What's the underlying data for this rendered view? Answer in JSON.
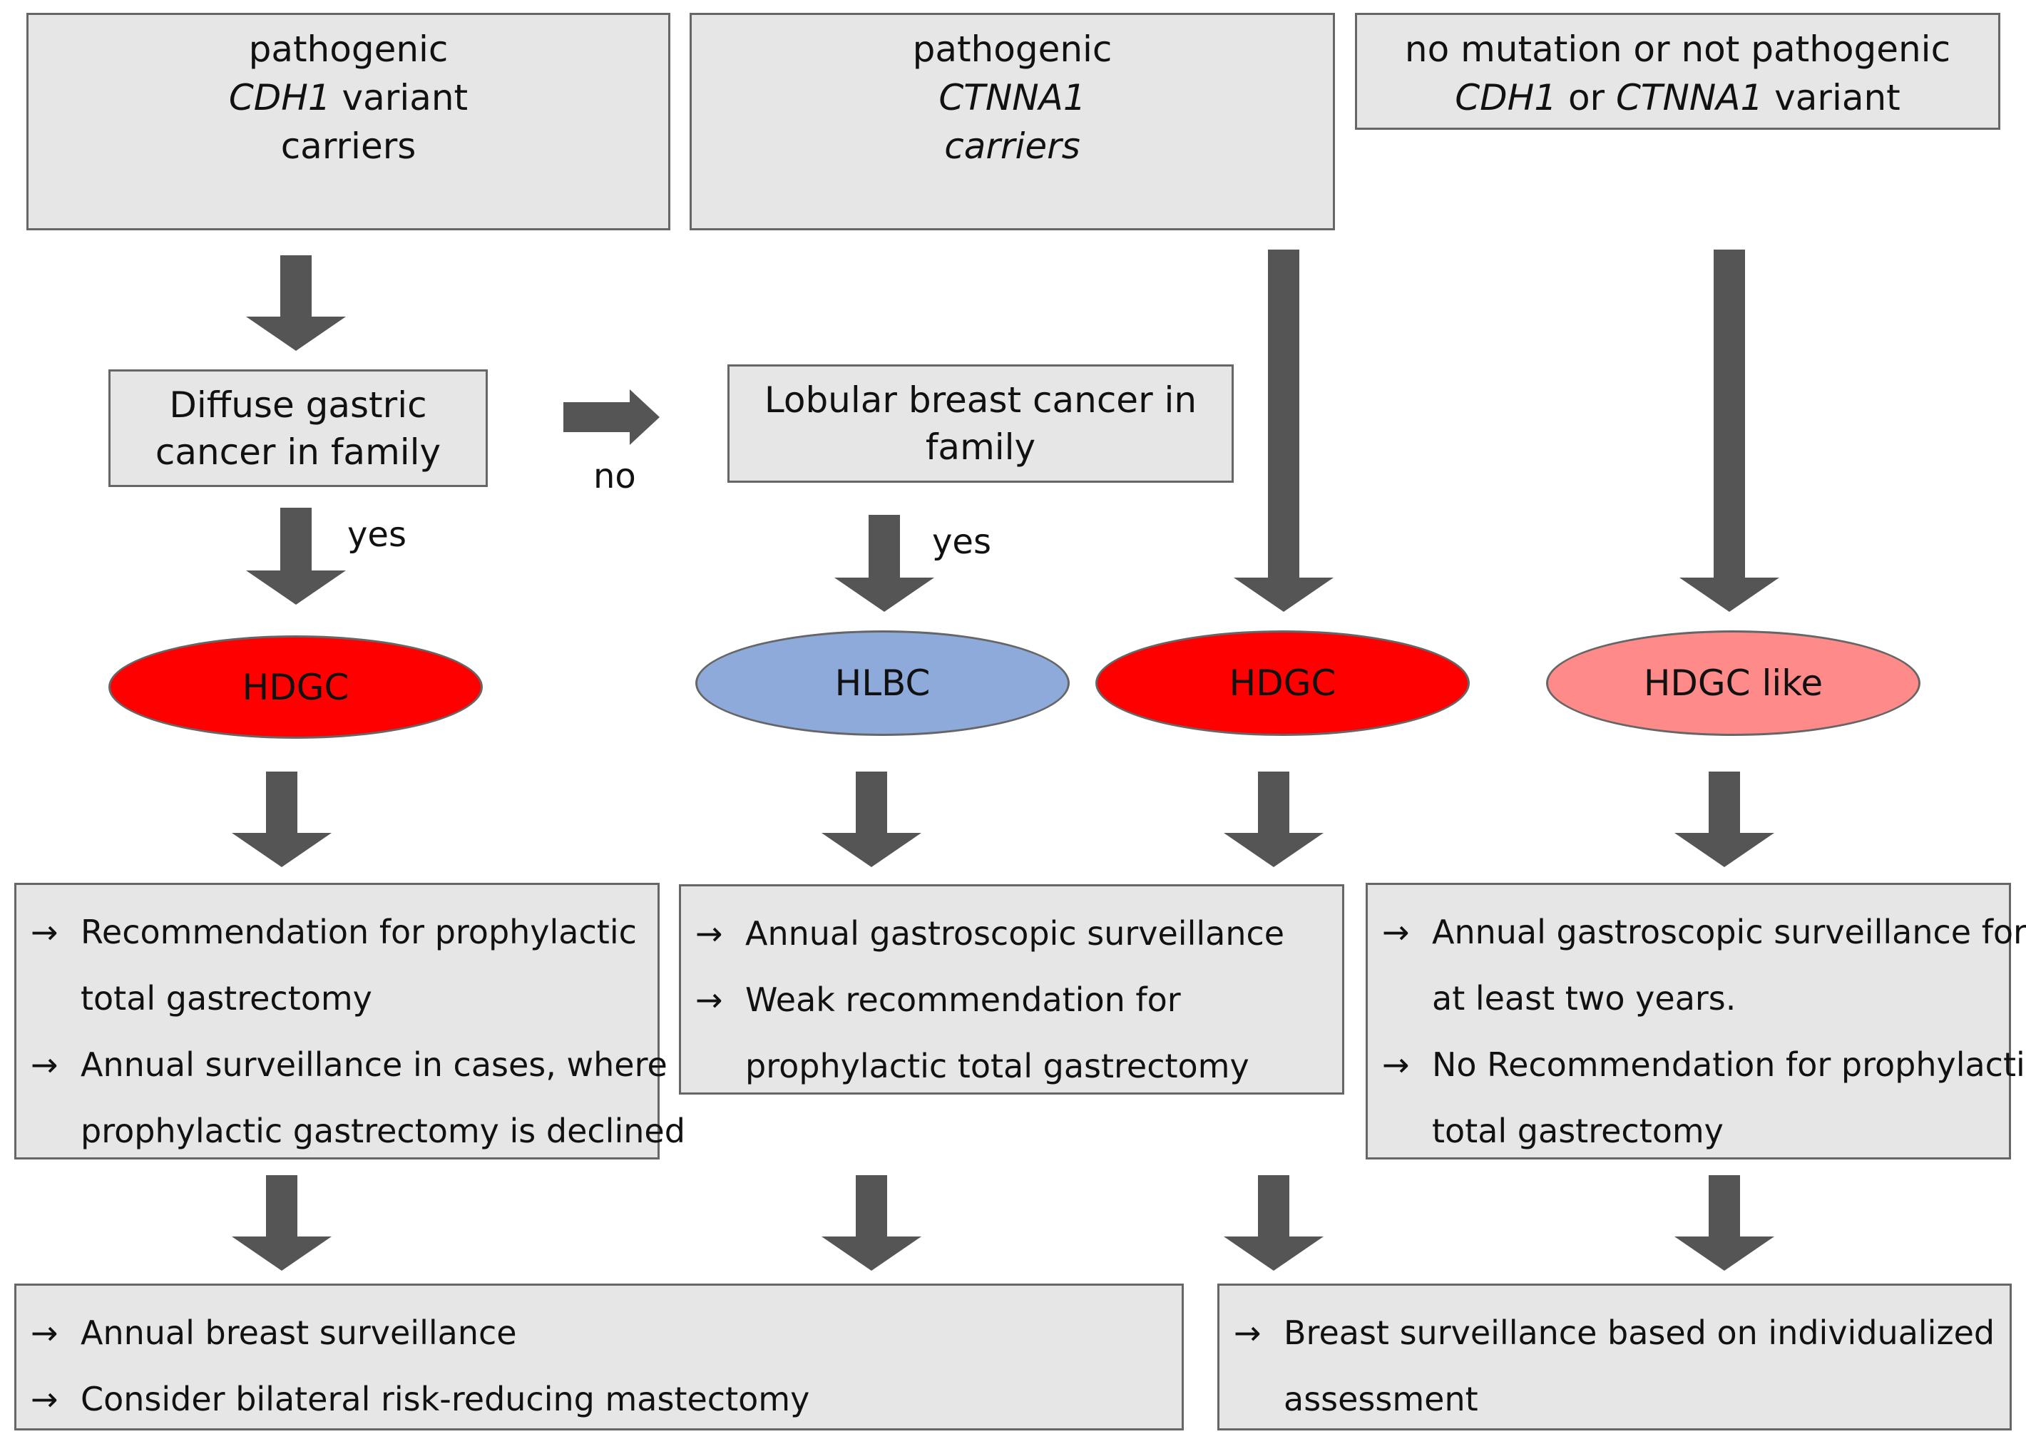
{
  "headers": {
    "cdh1": {
      "line1": "pathogenic",
      "gene": "CDH1",
      "line2_rest": " variant",
      "line3": "carriers"
    },
    "ctnna1": {
      "line1": "pathogenic",
      "line2": "CTNNA1",
      "line3": "carriers"
    },
    "none": {
      "line1": "no mutation or not pathogenic",
      "gene1": "CDH1",
      "mid": " or ",
      "gene2": "CTNNA1",
      "rest": " variant"
    }
  },
  "decisions": {
    "gastric": {
      "line1": "Diffuse gastric",
      "line2": "cancer in family"
    },
    "lobular": {
      "line1": "Lobular breast cancer in",
      "line2": "family"
    }
  },
  "labels": {
    "yes_left": "yes",
    "yes_mid": "yes",
    "no": "no"
  },
  "syndromes": [
    {
      "label": "HDGC",
      "fill": "#ff0000",
      "text_color": "#111111"
    },
    {
      "label": "HLBC",
      "fill": "#8eaadb",
      "text_color": "#111111"
    },
    {
      "label": "HDGC",
      "fill": "#ff0000",
      "text_color": "#111111"
    },
    {
      "label": "HDGC like",
      "fill": "#ff8a8a",
      "text_color": "#111111"
    }
  ],
  "bullet_glyph": "→",
  "recommendations": {
    "cdh1": [
      {
        "line1": "Recommendation for prophylactic",
        "line2": "total gastrectomy"
      },
      {
        "line1": "Annual surveillance in cases, where",
        "line2": "prophylactic gastrectomy is declined"
      }
    ],
    "ctnna1": [
      {
        "line1": "Annual gastroscopic  surveillance"
      },
      {
        "line1": "Weak recommendation for",
        "line2": "prophylactic total gastrectomy"
      }
    ],
    "none": [
      {
        "line1": "Annual gastroscopic  surveillance for",
        "line2": "at least two years."
      },
      {
        "line1": "No Recommendation for prophylactic",
        "line2": "total gastrectomy"
      }
    ]
  },
  "breast": {
    "left": [
      {
        "line1": "Annual breast  surveillance"
      },
      {
        "line1": "Consider bilateral risk-reducing mastectomy"
      }
    ],
    "right": [
      {
        "line1": "Breast  surveillance based on individualized",
        "line2": "assessment"
      }
    ]
  },
  "colors": {
    "box_fill": "#e6e6e6",
    "box_border": "#666666",
    "arrow": "#555555"
  }
}
